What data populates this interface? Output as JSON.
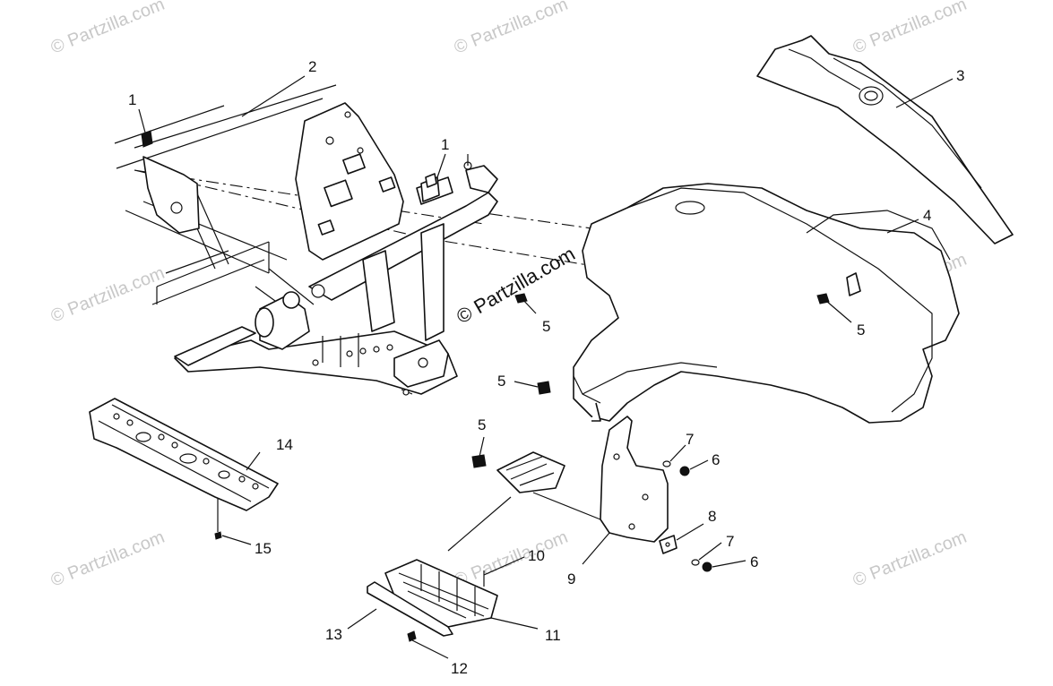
{
  "watermarks": {
    "text": "© Partzilla.com",
    "center_text": "© Partzilla.com"
  },
  "callouts": [
    {
      "id": "c1a",
      "label": "1"
    },
    {
      "id": "c2",
      "label": "2"
    },
    {
      "id": "c1b",
      "label": "1"
    },
    {
      "id": "c3",
      "label": "3"
    },
    {
      "id": "c4",
      "label": "4"
    },
    {
      "id": "c5a",
      "label": "5"
    },
    {
      "id": "c5b",
      "label": "5"
    },
    {
      "id": "c5c",
      "label": "5"
    },
    {
      "id": "c5d",
      "label": "5"
    },
    {
      "id": "c7a",
      "label": "7"
    },
    {
      "id": "c6a",
      "label": "6"
    },
    {
      "id": "c14",
      "label": "14"
    },
    {
      "id": "c15",
      "label": "15"
    },
    {
      "id": "c8",
      "label": "8"
    },
    {
      "id": "c7b",
      "label": "7"
    },
    {
      "id": "c6b",
      "label": "6"
    },
    {
      "id": "c10",
      "label": "10"
    },
    {
      "id": "c9",
      "label": "9"
    },
    {
      "id": "c11",
      "label": "11"
    },
    {
      "id": "c13",
      "label": "13"
    },
    {
      "id": "c12",
      "label": "12"
    }
  ]
}
